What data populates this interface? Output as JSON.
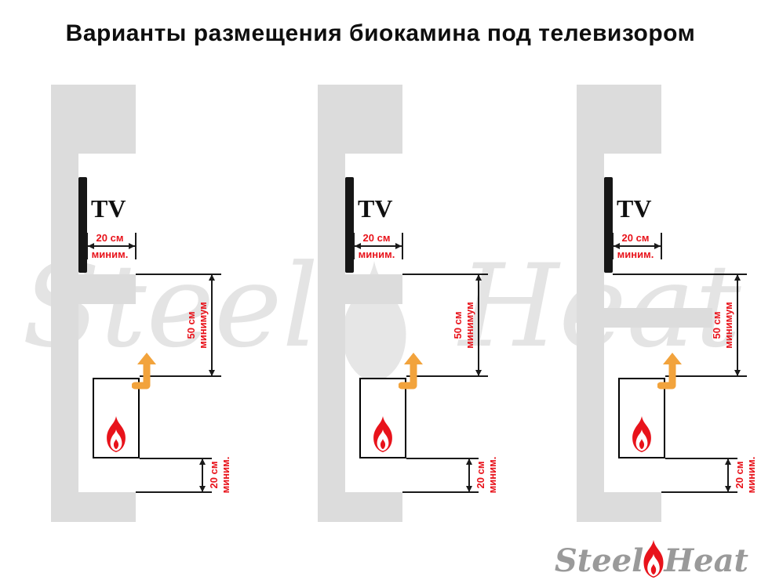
{
  "title": "Варианты размещения биокамина под телевизором",
  "panels": [
    {
      "tv_label": "TV",
      "dim_top": {
        "line1": "20 см",
        "line2": "миним."
      },
      "dim_mid": {
        "line1": "50 см",
        "line2": "минимум"
      },
      "dim_bottom": {
        "line1": "20 см",
        "line2": "миним."
      }
    },
    {
      "tv_label": "TV",
      "dim_top": {
        "line1": "20 см",
        "line2": "миним."
      },
      "dim_mid": {
        "line1": "50 см",
        "line2": "минимум"
      },
      "dim_bottom": {
        "line1": "20 см",
        "line2": "миним."
      }
    },
    {
      "tv_label": "TV",
      "dim_top": {
        "line1": "20 см",
        "line2": "миним."
      },
      "dim_mid": {
        "line1": "50 см",
        "line2": "минимум"
      },
      "dim_bottom": {
        "line1": "20 см",
        "line2": "миним."
      }
    }
  ],
  "watermark": {
    "word_left": "Steel",
    "word_right": "Heat"
  },
  "logo": {
    "word_left": "Steel",
    "word_right": "Heat"
  },
  "icons": {
    "flame": "flame-icon",
    "airflow_arrow": "heat-flow-up-arrow-icon"
  },
  "colors": {
    "accent_red": "#e8131b",
    "wall_gray": "#dcdcdc",
    "arrow_orange": "#f2a33c",
    "watermark_gray": "#e4e4e4",
    "logo_gray": "#9a9a9a"
  }
}
